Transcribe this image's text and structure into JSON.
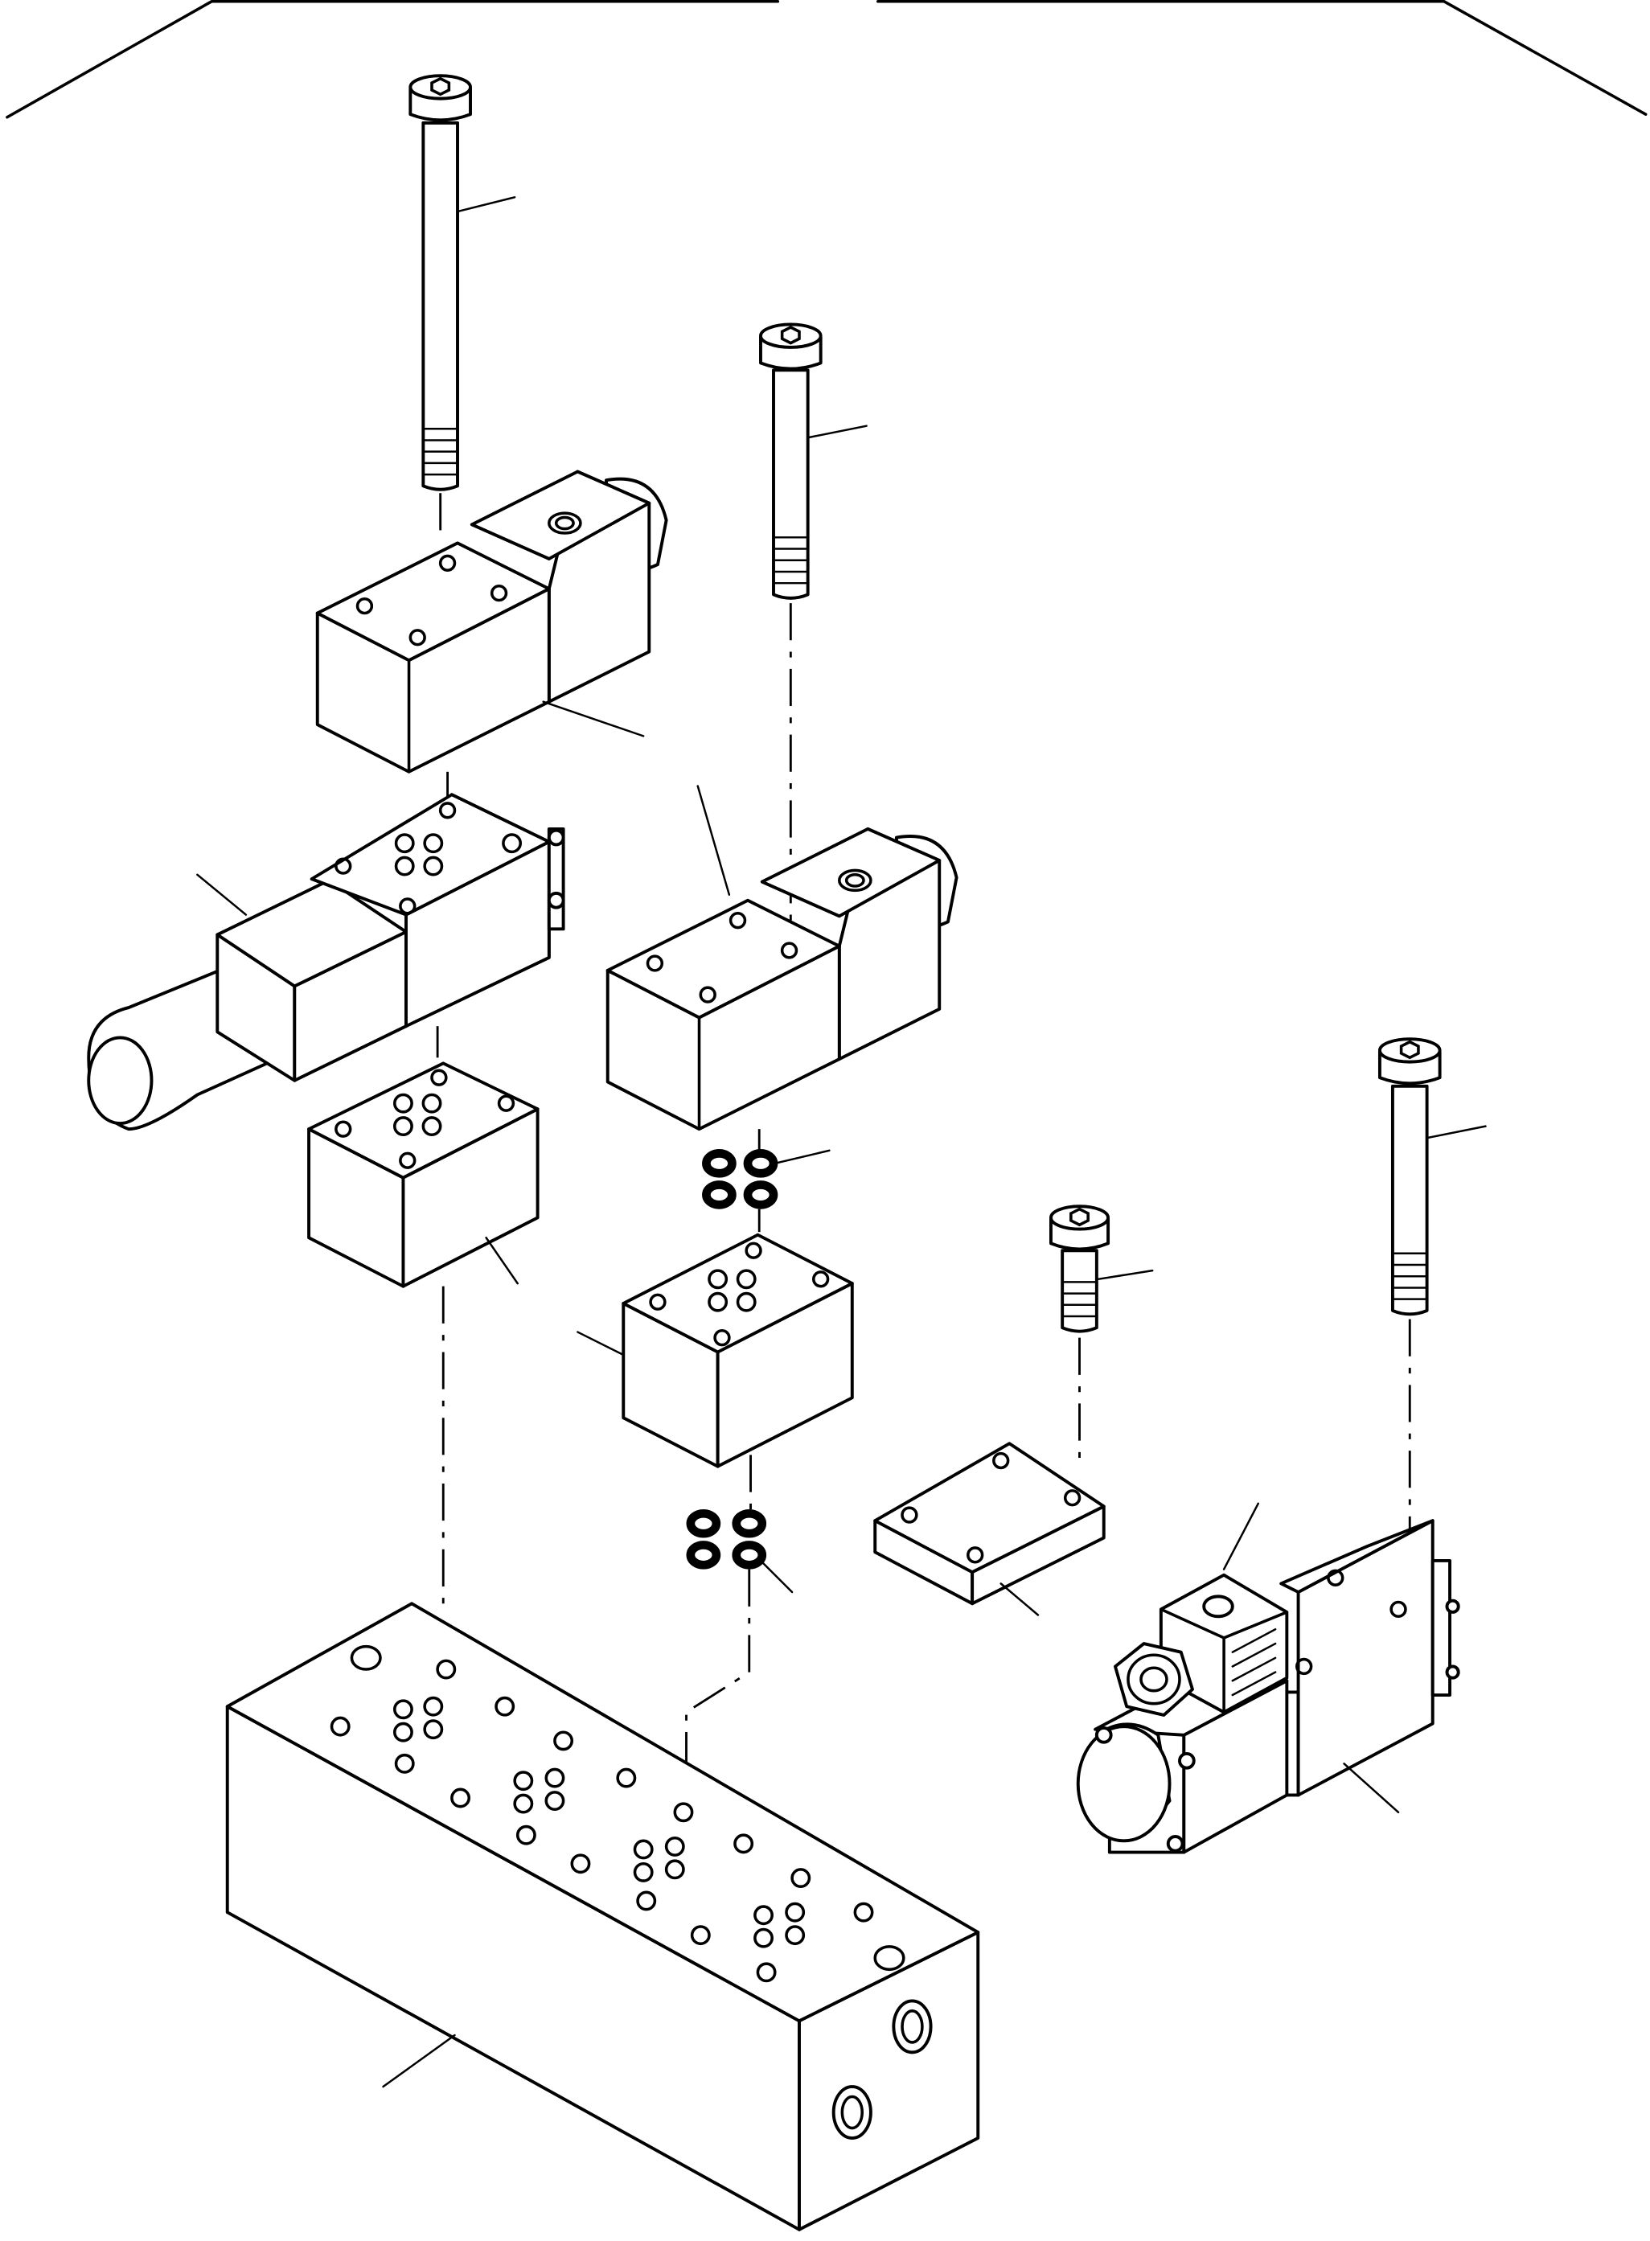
{
  "page": {
    "ink": "#000000",
    "background": "#ffffff"
  },
  "parts": [
    {
      "name": "long-cap-screw-upper-left"
    },
    {
      "name": "long-cap-screw-right"
    },
    {
      "name": "medium-cap-screw-center"
    },
    {
      "name": "short-cap-screw"
    },
    {
      "name": "solenoid-directional-valve-upper"
    },
    {
      "name": "solenoid-directional-valve-center"
    },
    {
      "name": "pressure-reducing-valve"
    },
    {
      "name": "sandwich-module-left"
    },
    {
      "name": "sandwich-module-center"
    },
    {
      "name": "o-ring-set-upper"
    },
    {
      "name": "o-ring-set-lower"
    },
    {
      "name": "cover-plate"
    },
    {
      "name": "proportional-valve-with-connector"
    },
    {
      "name": "manifold-block"
    }
  ]
}
